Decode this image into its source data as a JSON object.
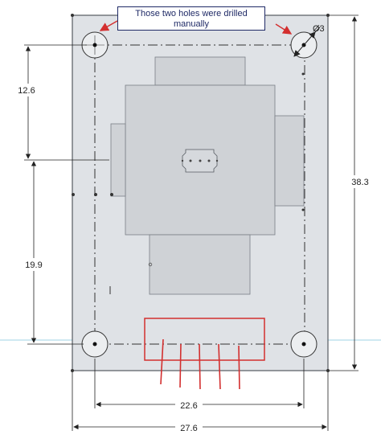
{
  "callout": {
    "line1": "Those two holes were drilled",
    "line2": "manually"
  },
  "dimensions": {
    "hole_diameter": "Ø3",
    "top_hole_to_line": "12.6",
    "line_to_bottom_hole": "19.9",
    "total_height": "38.3",
    "hole_spacing_x": "22.6",
    "total_width": "27.6"
  },
  "colors": {
    "board_fill": "#dfe2e6",
    "component_fill": "#cfd2d6",
    "outline": "#555a60",
    "highlight": "#d32f2f",
    "callout_border": "#1f2a66",
    "guide_line": "#9fd3e6"
  }
}
